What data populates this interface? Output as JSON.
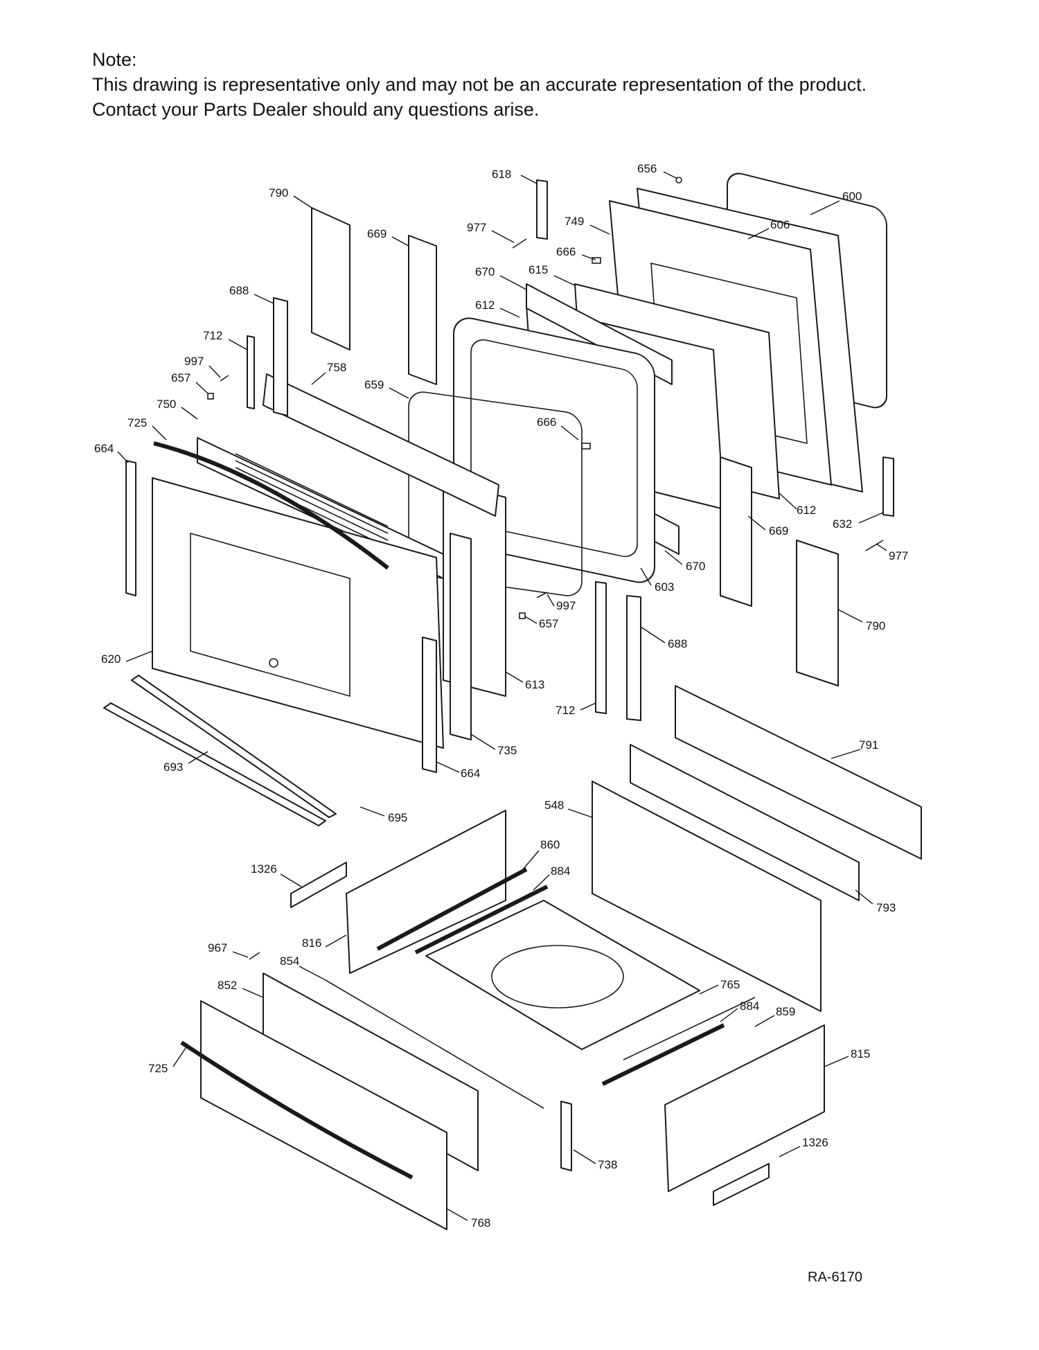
{
  "note": {
    "heading": "Note:",
    "line1": "This drawing is representative only and may not be an accurate representation of the product.",
    "line2": "Contact your Parts Dealer should any questions arise."
  },
  "diagram_code": "RA-6170",
  "part_labels": [
    "618",
    "656",
    "600",
    "790",
    "977",
    "749",
    "606",
    "669",
    "666",
    "670",
    "615",
    "688",
    "612",
    "758",
    "712",
    "997",
    "657",
    "659",
    "750",
    "725",
    "664",
    "666",
    "620",
    "632",
    "669",
    "612",
    "977",
    "670",
    "603",
    "997",
    "657",
    "688",
    "790",
    "613",
    "712",
    "735",
    "664",
    "693",
    "695",
    "791",
    "548",
    "860",
    "884",
    "1326",
    "793",
    "816",
    "967",
    "854",
    "852",
    "765",
    "884",
    "859",
    "725",
    "815",
    "1326",
    "738",
    "768"
  ]
}
